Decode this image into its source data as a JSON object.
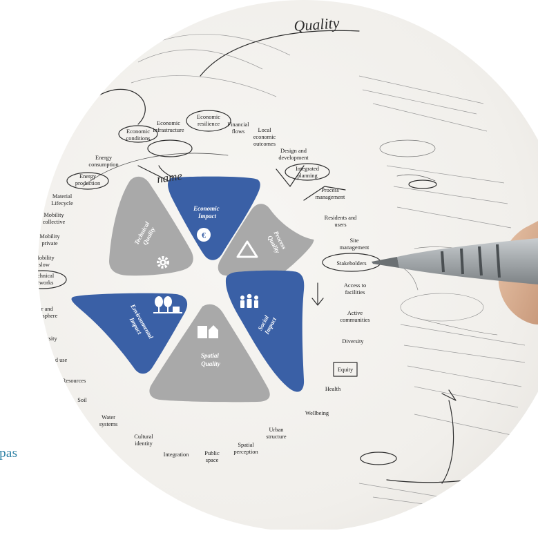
{
  "caption": "mpas",
  "handwriting": {
    "top_word": "Quality",
    "center_word": "name"
  },
  "colors": {
    "blue": "#3a60a6",
    "grey": "#a9a9a9",
    "paper": "#f4f3f0",
    "caption": "#2a7fa3",
    "ink": "#2c2c2c"
  },
  "petals": [
    {
      "name": "economic",
      "label_1": "Economic",
      "label_2": "Impact",
      "icon": "euro-coin-icon",
      "color": "blue"
    },
    {
      "name": "process",
      "label_1": "Process",
      "label_2": "Quality",
      "icon": "recycle-triangle-icon",
      "color": "grey"
    },
    {
      "name": "social",
      "label_1": "Social",
      "label_2": "Impact",
      "icon": "people-icon",
      "color": "blue"
    },
    {
      "name": "spatial",
      "label_1": "Spatial",
      "label_2": "Quality",
      "icon": "buildings-icon",
      "color": "grey"
    },
    {
      "name": "environmental",
      "label_1": "Environmental",
      "label_2": "Impact",
      "icon": "trees-icon",
      "color": "blue"
    },
    {
      "name": "technical",
      "label_1": "Technical",
      "label_2": "Quality",
      "icon": "gear-icon",
      "color": "grey"
    }
  ],
  "labels": {
    "economic_infrastructure": [
      "Economic",
      "infrastructure"
    ],
    "economic_resilience": [
      "Economic",
      "resilience"
    ],
    "financial_flows": [
      "Financial",
      "flows"
    ],
    "local_economic_outcomes": [
      "Local",
      "economic",
      "outcomes"
    ],
    "economic_conditions": [
      "Economic",
      "conditions"
    ],
    "energy_consumption": [
      "Energy",
      "consumption"
    ],
    "energy_production": [
      "Energy",
      "production"
    ],
    "material_lifecycle": [
      "Material",
      "Lifecycle"
    ],
    "mobility_collective": [
      "Mobility",
      "collective"
    ],
    "mobility_private": [
      "Mobility",
      "private"
    ],
    "mobility_slow": [
      "Mobility",
      "slow"
    ],
    "technical_networks": [
      "Technical",
      "networks"
    ],
    "air_and_atmosphere": [
      "Air and",
      "atmosphere"
    ],
    "biodiversity": [
      "Biodiversity"
    ],
    "land_use": [
      "Land use"
    ],
    "resources": [
      "Resources"
    ],
    "soil": [
      "Soil"
    ],
    "water_systems": [
      "Water",
      "systems"
    ],
    "cultural_identity": [
      "Cultural",
      "identity"
    ],
    "integration": [
      "Integration"
    ],
    "public_space": [
      "Public",
      "space"
    ],
    "spatial_perception": [
      "Spatial",
      "perception"
    ],
    "urban_structure": [
      "Urban",
      "structure"
    ],
    "wellbeing": [
      "Wellbeing"
    ],
    "health": [
      "Health"
    ],
    "equity": [
      "Equity"
    ],
    "diversity": [
      "Diversity"
    ],
    "active_communities": [
      "Active",
      "communities"
    ],
    "access_to_facilities": [
      "Access to",
      "facilities"
    ],
    "stakeholders": [
      "Stakeholders"
    ],
    "site_management": [
      "Site",
      "management"
    ],
    "residents_and_users": [
      "Residents and",
      "users"
    ],
    "process_management": [
      "Process",
      "management"
    ],
    "integrated_planning": [
      "Integrated",
      "planning"
    ],
    "design_and_development": [
      "Design and",
      "development"
    ]
  }
}
